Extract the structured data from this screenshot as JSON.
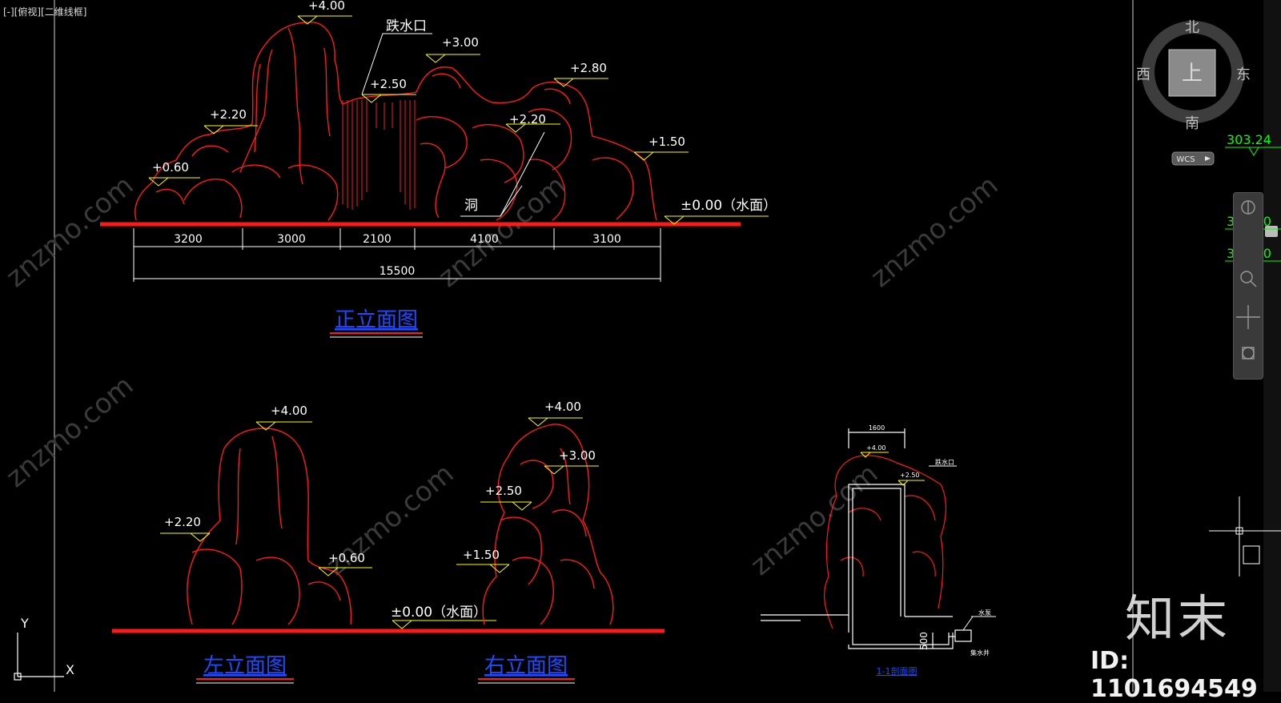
{
  "viewport_label": "[-][俯视][二维线框]",
  "viewcube": {
    "north": "北",
    "south": "南",
    "east": "东",
    "west": "西",
    "top": "上",
    "wcs": "WCS"
  },
  "front": {
    "title": "正立面图",
    "elevations": [
      "+4.00",
      "+3.00",
      "+2.80",
      "+2.50",
      "+2.20",
      "+2.20",
      "+1.50",
      "+0.60"
    ],
    "labels": {
      "waterfall": "跌水口",
      "cave": "洞",
      "water": "±0.00（水面）"
    },
    "dims": [
      "3200",
      "3000",
      "2100",
      "4100",
      "3100"
    ],
    "total": "15500"
  },
  "left": {
    "title": "左立面图",
    "elevations": [
      "+4.00",
      "+2.20",
      "+0.60"
    ],
    "water": "±0.00（水面）"
  },
  "right": {
    "title": "右立面图",
    "elevations": [
      "+4.00",
      "+3.00",
      "+2.50",
      "+1.50"
    ]
  },
  "section": {
    "title": "1-1剖面图",
    "width_dim": "1600",
    "elev_top": "+4.00",
    "elev_mid": "+2.50",
    "waterfall": "跌水口",
    "pump": "水泵",
    "well": "集水井",
    "depth": "500"
  },
  "side_marks": [
    "303.24",
    "301.00",
    "300.00"
  ],
  "ucs": {
    "y": "Y",
    "x": "X"
  },
  "watermark": {
    "logo": "知末",
    "site": "znzmo.com",
    "id": "ID: 1101694549"
  },
  "colors": {
    "background": "#000000",
    "rock": "#ff1a1a",
    "elevation": "#ffff00",
    "text": "#ffffff",
    "title": "#1a4dff",
    "dim": "#ffffff",
    "side": "#00ff00"
  }
}
